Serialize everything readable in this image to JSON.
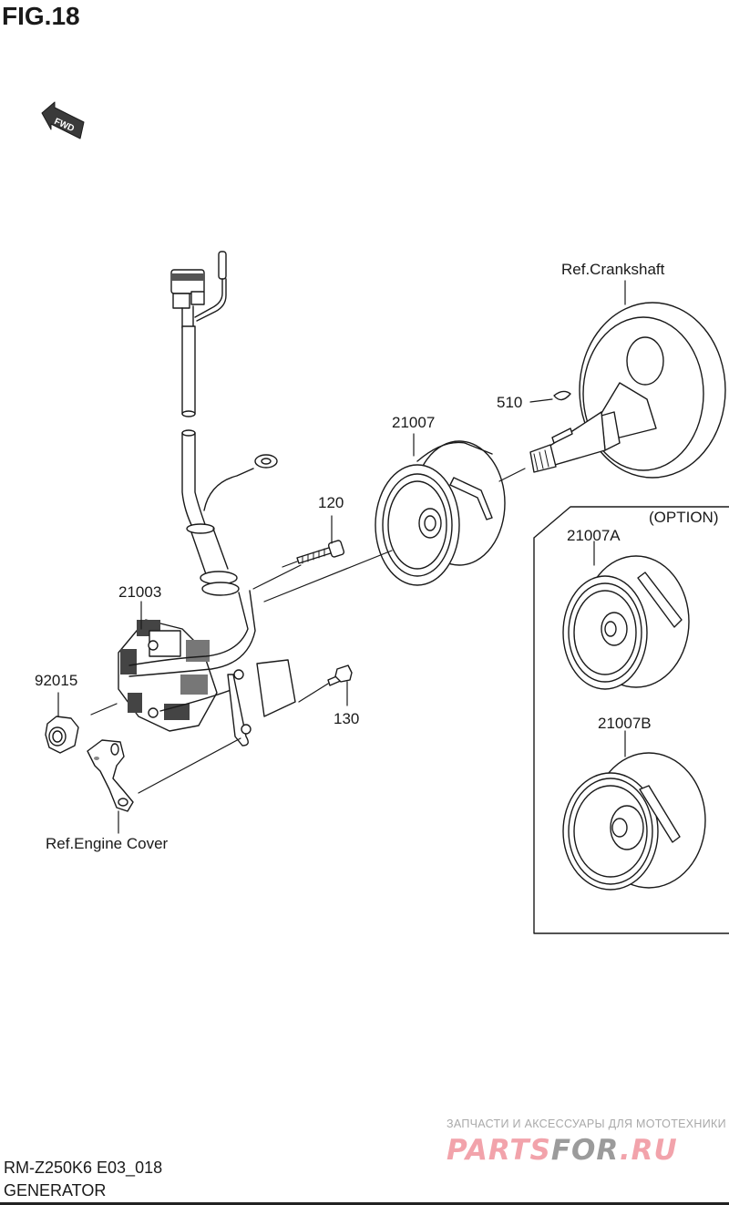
{
  "figure": {
    "title": "FIG.18",
    "fwd_label": "FWD"
  },
  "callouts": {
    "crankshaft": "Ref.Crankshaft",
    "key": "510",
    "rotor": "21007",
    "bolt_120": "120",
    "stator": "21003",
    "nut": "92015",
    "bolt_130": "130",
    "engine_cover": "Ref.Engine Cover",
    "option_heading": "(OPTION)",
    "rotor_a": "21007A",
    "rotor_b": "21007B"
  },
  "footer": {
    "model_code": "RM-Z250K6 E03_018",
    "section": "GENERATOR"
  },
  "watermark": {
    "tagline": "ЗАПЧАСТИ И АКСЕССУАРЫ ДЛЯ МОТОТЕХНИКИ",
    "logo_part1": "PARTS",
    "logo_part2": "FOR",
    "logo_part3": ".RU",
    "colors": {
      "pink": "#f2a3ab",
      "grey": "#9b9b9b"
    }
  }
}
